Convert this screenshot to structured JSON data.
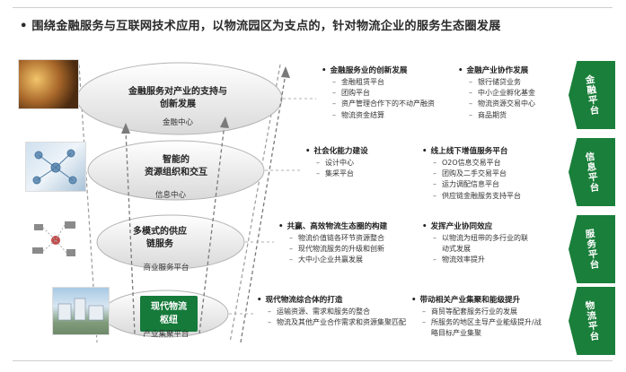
{
  "title": "•  围绕金融服务与互联网技术应用，以物流园区为支点的，针对物流企业的服务生态圈发展",
  "colors": {
    "accent_green": "#1a7f3b",
    "badge_green": "#157a3a"
  },
  "layers": [
    {
      "title": "金融服务对产业的支持与\n创新发展",
      "sub": "金融中心",
      "left_heading": "金融服务业的创新发展",
      "left_items": [
        "金融租赁平台",
        "团购平台",
        "资产管理合作下的不动产融资",
        "物流资金结算"
      ],
      "right_heading": "金融产业协作发展",
      "right_items": [
        "银行储贷业务",
        "中小企业孵化基金",
        "物流资源交易中心",
        "商品期货"
      ],
      "platform": "金融平台"
    },
    {
      "title": "智能的\n资源组织和交互",
      "sub": "信息中心",
      "left_heading": "社会化能力建设",
      "left_items": [
        "设计中心",
        "集采平台"
      ],
      "right_heading": "线上线下增值服务平台",
      "right_items": [
        "O2O信息交易平台",
        "团购及二手交易平台",
        "运力调配信息平台",
        "供应链金融服务支持平台"
      ],
      "platform": "信息平台"
    },
    {
      "title": "多模式的供应\n链服务",
      "sub": "商业服务平台",
      "left_heading": "共赢、高效物流生态圈的构建",
      "left_items": [
        "物流价值链各环节资源整合",
        "现代物流服务的升级和创新",
        "大中小企业共赢发展"
      ],
      "right_heading": "发挥产业协同效应",
      "right_items": [
        "以物流为纽带的多行业的联动式发展",
        "物流效率提升"
      ],
      "platform": "服务平台"
    },
    {
      "title": "现代物流\n枢纽",
      "sub": "产业集聚平台",
      "left_heading": "现代物流综合体的打造",
      "left_items": [
        "运输资源、需求和服务的整合",
        "物流及其他产业合作需求和资源集聚匹配"
      ],
      "right_heading": "带动相关产业集聚和能级提升",
      "right_items": [
        "商贸等配套服务行业的发展",
        "所服务的地区主导产业能级提升/战略目标产业集聚"
      ],
      "platform": "物流平台"
    }
  ]
}
